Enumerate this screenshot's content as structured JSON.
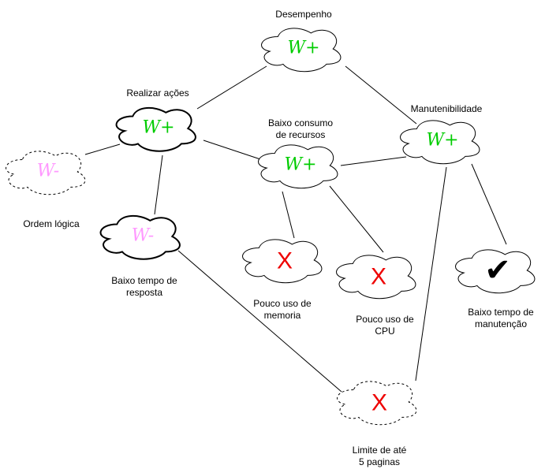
{
  "nodes": [
    {
      "id": "desempenho",
      "label": [
        "Desempenho"
      ],
      "mark": "W+",
      "kind": "w-plus",
      "border": "solid"
    },
    {
      "id": "realizar-acoes",
      "label": [
        "Realizar ações"
      ],
      "mark": "W+",
      "kind": "w-plus",
      "border": "bold"
    },
    {
      "id": "baixo-consumo",
      "label": [
        "Baixo consumo",
        "de recursos"
      ],
      "mark": "W+",
      "kind": "w-plus",
      "border": "solid"
    },
    {
      "id": "manutenibilidade",
      "label": [
        "Manutenibilidade"
      ],
      "mark": "W+",
      "kind": "w-plus",
      "border": "solid"
    },
    {
      "id": "ordem-logica",
      "label": [
        "Ordem lógica"
      ],
      "mark": "W-",
      "kind": "w-minus",
      "border": "dashed"
    },
    {
      "id": "baixo-tempo-resposta",
      "label": [
        "Baixo tempo de",
        "resposta"
      ],
      "mark": "W-",
      "kind": "w-minus",
      "border": "bold"
    },
    {
      "id": "pouco-uso-memoria",
      "label": [
        "Pouco uso de",
        "memoria"
      ],
      "mark": "X",
      "kind": "x",
      "border": "solid"
    },
    {
      "id": "pouco-uso-cpu",
      "label": [
        "Pouco uso de",
        "CPU"
      ],
      "mark": "X",
      "kind": "x",
      "border": "solid"
    },
    {
      "id": "baixo-tempo-manutencao",
      "label": [
        "Baixo tempo de",
        "manutenção"
      ],
      "mark": "✔",
      "kind": "check",
      "border": "solid"
    },
    {
      "id": "limite-paginas",
      "label": [
        "Limite de até",
        "5 paginas"
      ],
      "mark": "X",
      "kind": "x",
      "border": "dashed"
    }
  ],
  "edges": [
    {
      "from": "realizar-acoes",
      "to": "desempenho"
    },
    {
      "from": "desempenho",
      "to": "manutenibilidade"
    },
    {
      "from": "realizar-acoes",
      "to": "ordem-logica"
    },
    {
      "from": "realizar-acoes",
      "to": "baixo-consumo"
    },
    {
      "from": "realizar-acoes",
      "to": "baixo-tempo-resposta"
    },
    {
      "from": "baixo-consumo",
      "to": "manutenibilidade"
    },
    {
      "from": "baixo-consumo",
      "to": "pouco-uso-memoria"
    },
    {
      "from": "baixo-consumo",
      "to": "pouco-uso-cpu"
    },
    {
      "from": "manutenibilidade",
      "to": "baixo-tempo-manutencao"
    },
    {
      "from": "manutenibilidade",
      "to": "limite-paginas"
    },
    {
      "from": "baixo-tempo-resposta",
      "to": "limite-paginas"
    }
  ],
  "colors": {
    "w-plus": "#00cc00",
    "w-minus": "#ff99ff",
    "x": "#ee0000",
    "check": "#000000",
    "stroke": "#000000"
  }
}
